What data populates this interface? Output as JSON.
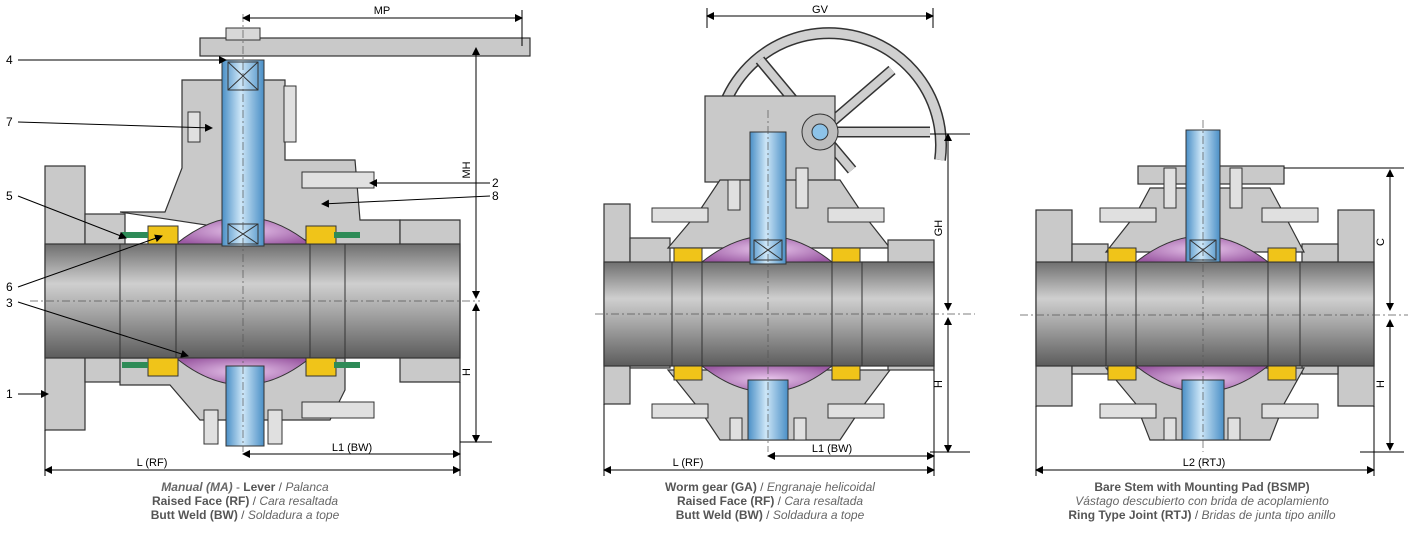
{
  "dimensions": {
    "mp": "MP",
    "mh": "MH",
    "h": "H",
    "l_rf": "L (RF)",
    "l1_bw": "L1 (BW)",
    "gv": "GV",
    "gh": "GH",
    "l2_rtj": "L2 (RTJ)",
    "c": "C"
  },
  "callouts": [
    "1",
    "2",
    "3",
    "4",
    "5",
    "6",
    "7",
    "8"
  ],
  "captions": [
    {
      "line1_bold_italic": "Manual (MA)",
      "line1_sep": " - ",
      "line1_bold": "Lever",
      "line1_slash": " / ",
      "line1_italic": "Palanca",
      "line2_bold": "Raised Face (RF)",
      "line2_italic": "Cara resaltada",
      "line3_bold": "Butt Weld (BW)",
      "line3_italic": "Soldadura a tope"
    },
    {
      "line1_bold": "Worm gear (GA)",
      "line1_italic": "Engranaje helicoidal",
      "line2_bold": "Raised Face (RF)",
      "line2_italic": "Cara resaltada",
      "line3_bold": "Butt Weld (BW)",
      "line3_italic": "Soldadura a tope"
    },
    {
      "line1_bold": "Bare Stem with Mounting Pad (BSMP)",
      "line2_italic": "Vástago descubierto con brida de acoplamiento",
      "line3_bold": "Ring Type Joint (RTJ)",
      "line3_italic": "Bridas de junta tipo anillo"
    }
  ],
  "colors": {
    "body": "#c9c9c9",
    "pipe": "#8f8f8f",
    "ball": "#b27ab8",
    "stem": "#8dc3e8",
    "seat": "#f0c419",
    "seal": "#2e8b57"
  }
}
